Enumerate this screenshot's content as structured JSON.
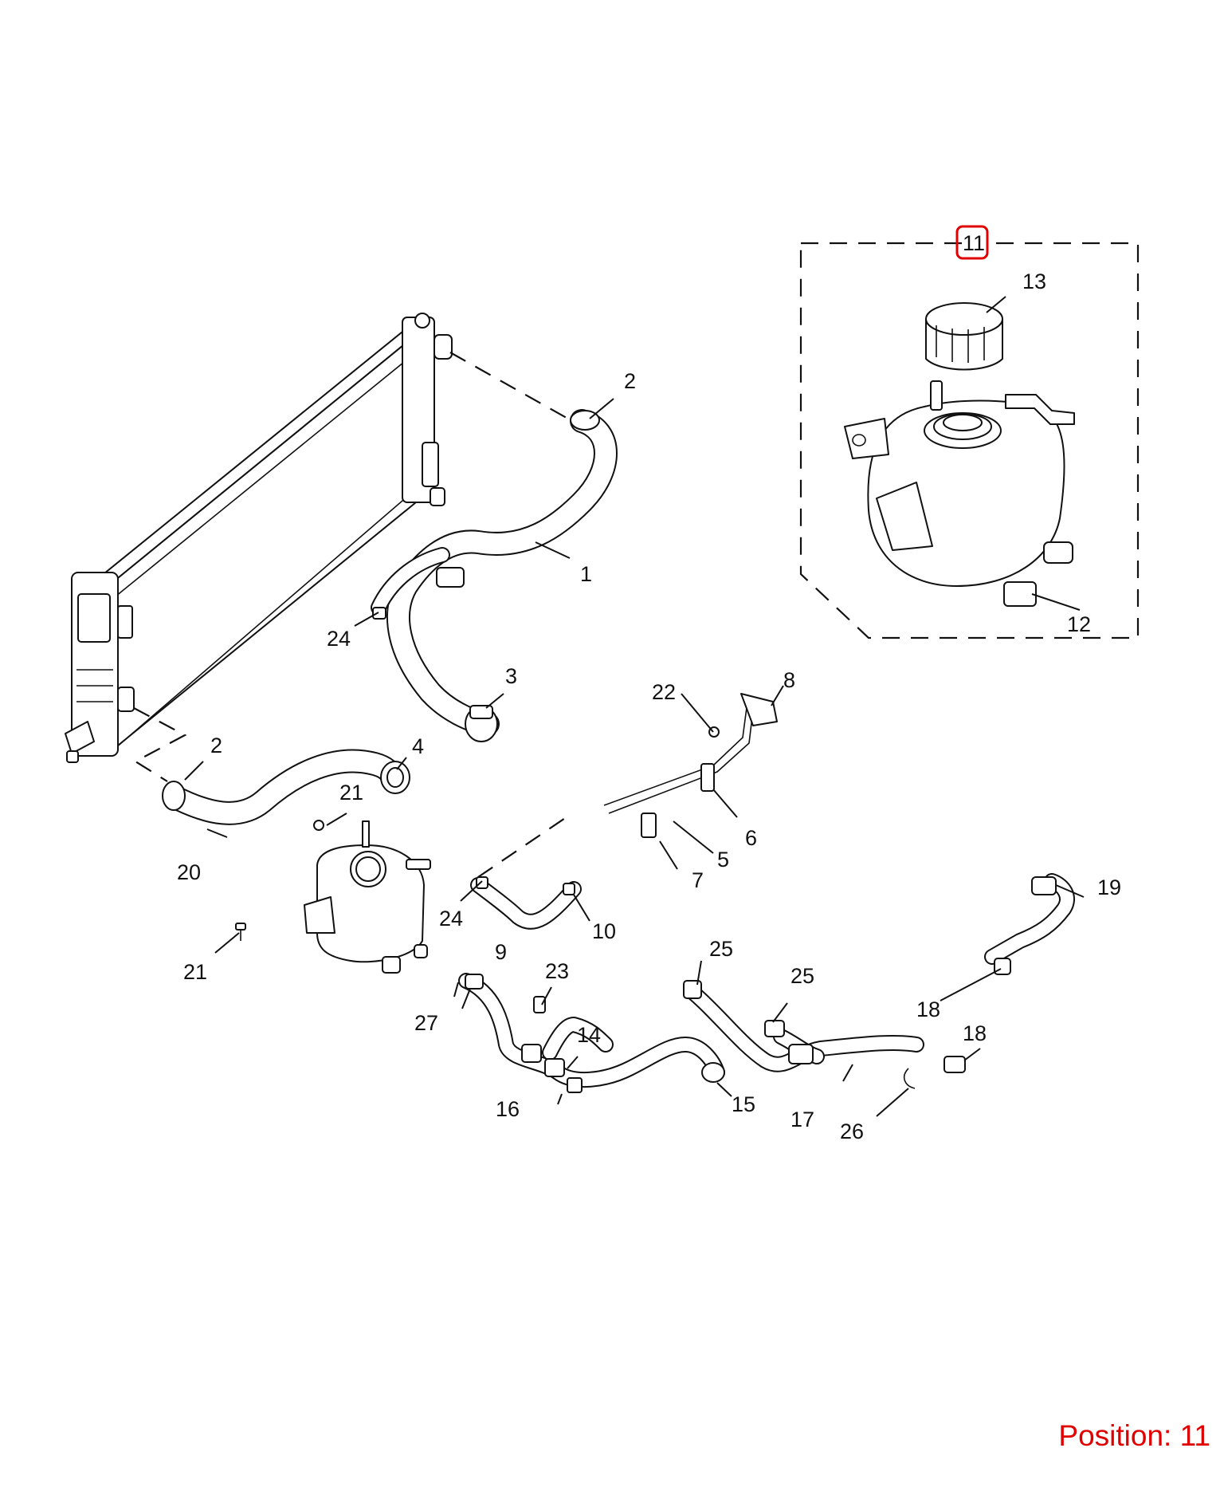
{
  "callouts": {
    "c1": "1",
    "c2a": "2",
    "c2b": "2",
    "c3": "3",
    "c4": "4",
    "c5": "5",
    "c6": "6",
    "c7": "7",
    "c8": "8",
    "c9": "9",
    "c10": "10",
    "c11": "11",
    "c12": "12",
    "c13": "13",
    "c14": "14",
    "c15": "15",
    "c16": "16",
    "c17": "17",
    "c18a": "18",
    "c18b": "18",
    "c19": "19",
    "c20": "20",
    "c21a": "21",
    "c21b": "21",
    "c22": "22",
    "c23": "23",
    "c24a": "24",
    "c24b": "24",
    "c25a": "25",
    "c25b": "25",
    "c26": "26",
    "c27": "27"
  },
  "position_label": "Position: 11",
  "highlight_color": "#e00000"
}
